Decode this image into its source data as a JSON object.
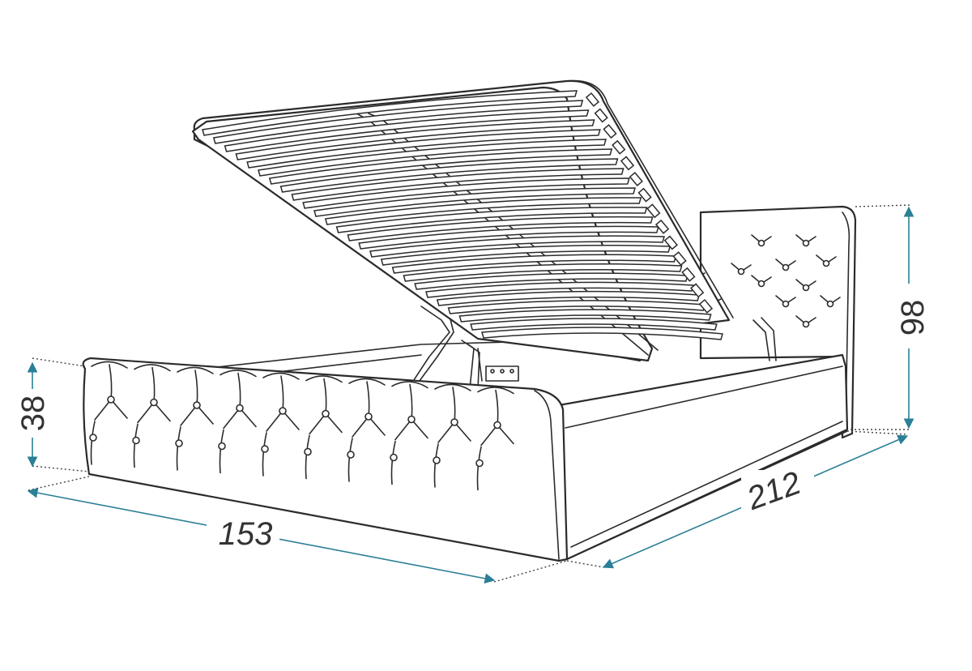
{
  "dimensions": {
    "width": "153",
    "length": "212",
    "footboard_height": "38",
    "headboard_height": "98"
  },
  "colors": {
    "outline": "#2b2b2b",
    "dimension_line": "#2b7f96",
    "label": "#333333",
    "background": "#ffffff"
  }
}
